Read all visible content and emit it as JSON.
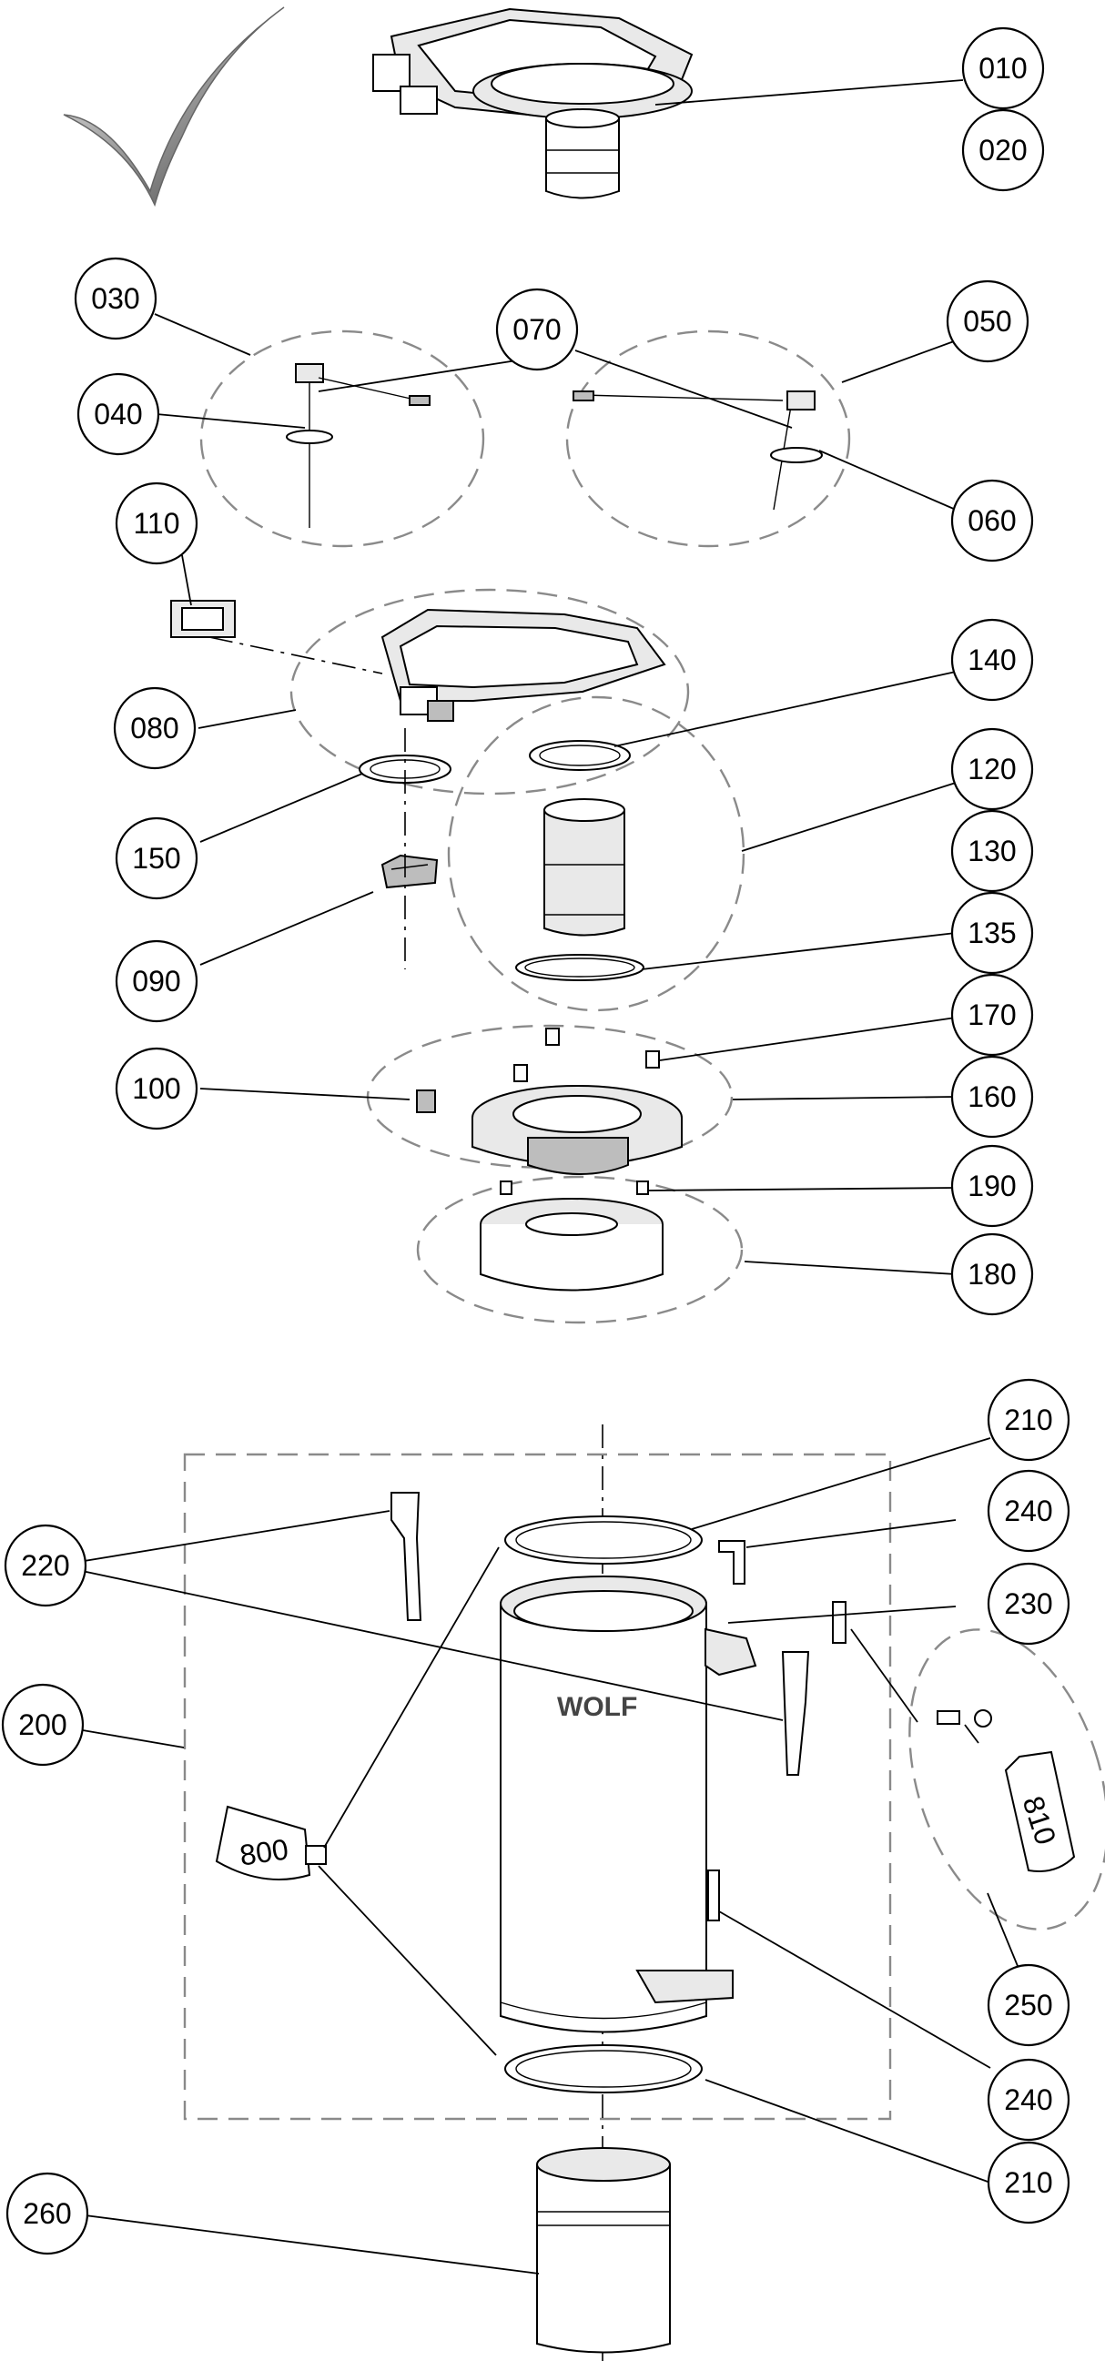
{
  "brand_mark": "WOLF",
  "callouts": [
    {
      "id": "010",
      "label": "010"
    },
    {
      "id": "020",
      "label": "020"
    },
    {
      "id": "030",
      "label": "030"
    },
    {
      "id": "040",
      "label": "040"
    },
    {
      "id": "050",
      "label": "050"
    },
    {
      "id": "060",
      "label": "060"
    },
    {
      "id": "070",
      "label": "070"
    },
    {
      "id": "080",
      "label": "080"
    },
    {
      "id": "090",
      "label": "090"
    },
    {
      "id": "100",
      "label": "100"
    },
    {
      "id": "110",
      "label": "110"
    },
    {
      "id": "120",
      "label": "120"
    },
    {
      "id": "130",
      "label": "130"
    },
    {
      "id": "135",
      "label": "135"
    },
    {
      "id": "140",
      "label": "140"
    },
    {
      "id": "150",
      "label": "150"
    },
    {
      "id": "160",
      "label": "160"
    },
    {
      "id": "170",
      "label": "170"
    },
    {
      "id": "180",
      "label": "180"
    },
    {
      "id": "190",
      "label": "190"
    },
    {
      "id": "200",
      "label": "200"
    },
    {
      "id": "210a",
      "label": "210"
    },
    {
      "id": "210b",
      "label": "210"
    },
    {
      "id": "220",
      "label": "220"
    },
    {
      "id": "230",
      "label": "230"
    },
    {
      "id": "240a",
      "label": "240"
    },
    {
      "id": "240b",
      "label": "240"
    },
    {
      "id": "250",
      "label": "250"
    },
    {
      "id": "260",
      "label": "260"
    },
    {
      "id": "800",
      "label": "800"
    },
    {
      "id": "810",
      "label": "810"
    }
  ]
}
